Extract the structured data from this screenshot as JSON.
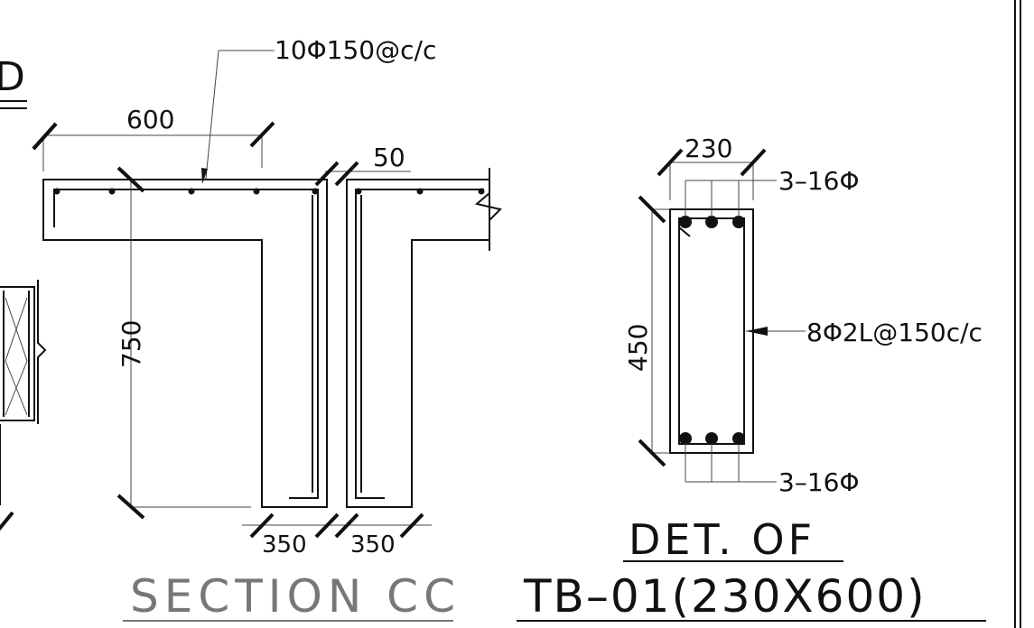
{
  "left_partial_label": "D",
  "section_cc": {
    "title": "SECTION CC",
    "dim_top": "600",
    "dim_height": "750",
    "dim_right": "50",
    "dim_bottom_left": "350",
    "dim_bottom_right": "350",
    "top_rebar_note": "10Φ150@c/c"
  },
  "beam_detail": {
    "title_line1": "DET. OF",
    "title_line2": "TB–01(230X600)",
    "dim_width": "230",
    "dim_height": "450",
    "top_bars": "3–16Φ",
    "bottom_bars": "3–16Φ",
    "stirrups": "8Φ2L@150c/c"
  }
}
